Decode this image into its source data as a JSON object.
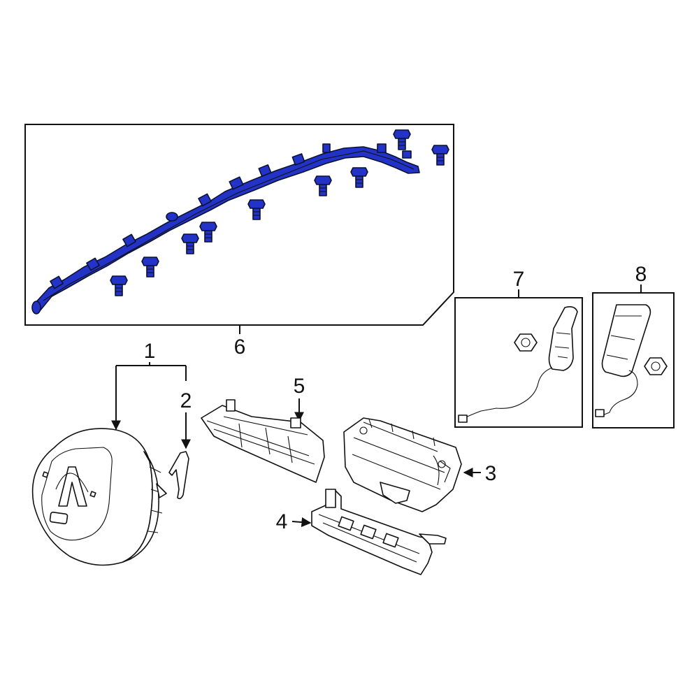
{
  "callouts": {
    "c1": "1",
    "c2": "2",
    "c3": "3",
    "c4": "4",
    "c5": "5",
    "c6": "6",
    "c7": "7",
    "c8": "8"
  },
  "colors": {
    "highlight": "#2333c8",
    "line": "#111111",
    "background": "#ffffff"
  },
  "icons": [
    "arrow-icon",
    "bolt-icon",
    "nut-icon",
    "acura-logo-icon"
  ]
}
